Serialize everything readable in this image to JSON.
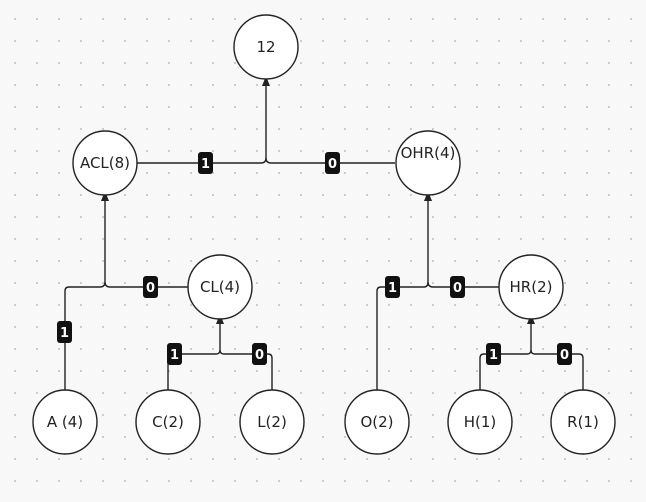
{
  "nodes": [
    {
      "id": "root",
      "label": "12"
    },
    {
      "id": "acl",
      "label": "ACL(8)"
    },
    {
      "id": "ohr",
      "label": "OHR(4)"
    },
    {
      "id": "cl",
      "label": "CL(4)"
    },
    {
      "id": "hr",
      "label": "HR(2)"
    },
    {
      "id": "a",
      "label": "A (4)"
    },
    {
      "id": "c",
      "label": "C(2)"
    },
    {
      "id": "l",
      "label": "L(2)"
    },
    {
      "id": "o",
      "label": "O(2)"
    },
    {
      "id": "h",
      "label": "H(1)"
    },
    {
      "id": "r",
      "label": "R(1)"
    }
  ],
  "edges": [
    {
      "id": "acl-root",
      "from": "acl",
      "to": "root",
      "label": "1"
    },
    {
      "id": "ohr-root",
      "from": "ohr",
      "to": "root",
      "label": "0"
    },
    {
      "id": "a-acl",
      "from": "a",
      "to": "acl",
      "label": "1"
    },
    {
      "id": "cl-acl",
      "from": "cl",
      "to": "acl",
      "label": "0"
    },
    {
      "id": "c-cl",
      "from": "c",
      "to": "cl",
      "label": "1"
    },
    {
      "id": "l-cl",
      "from": "l",
      "to": "cl",
      "label": "0"
    },
    {
      "id": "o-ohr",
      "from": "o",
      "to": "ohr",
      "label": "1"
    },
    {
      "id": "hr-ohr",
      "from": "hr",
      "to": "ohr",
      "label": "0"
    },
    {
      "id": "h-hr",
      "from": "h",
      "to": "hr",
      "label": "1"
    },
    {
      "id": "r-hr",
      "from": "r",
      "to": "hr",
      "label": "0"
    }
  ]
}
